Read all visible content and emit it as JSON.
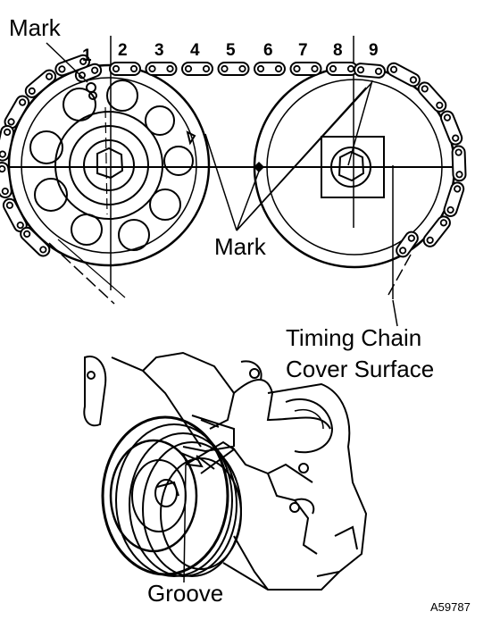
{
  "labels": {
    "mark_top": "Mark",
    "mark_center": "Mark",
    "timing_chain_line1": "Timing Chain",
    "timing_chain_line2": "Cover Surface",
    "groove": "Groove",
    "figure_code": "A59787"
  },
  "link_numbers": [
    "1",
    "2",
    "3",
    "4",
    "5",
    "6",
    "7",
    "8",
    "9"
  ]
}
